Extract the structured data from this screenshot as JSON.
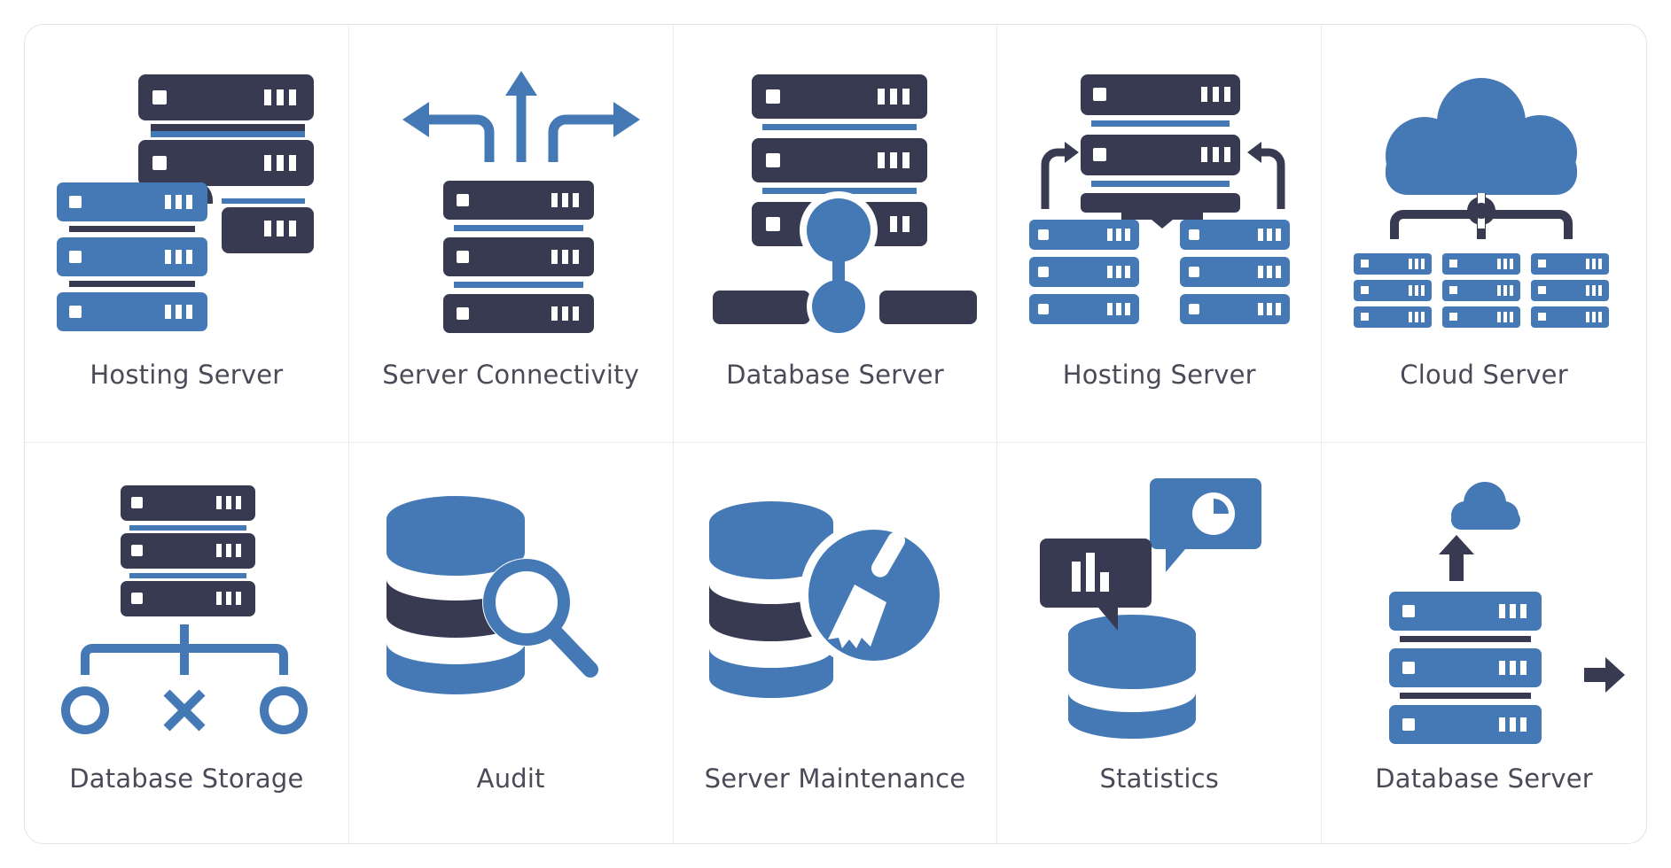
{
  "colors": {
    "dark": "#383a52",
    "blue": "#4479b6",
    "text": "#4a4a58",
    "border": "#e3e3e3"
  },
  "icons": [
    {
      "label": "Hosting Server",
      "icon": "hosting-server-icon"
    },
    {
      "label": "Server Connectivity",
      "icon": "server-connectivity-icon"
    },
    {
      "label": "Database Server",
      "icon": "database-server-icon"
    },
    {
      "label": "Hosting Server",
      "icon": "hosting-server-network-icon"
    },
    {
      "label": "Cloud Server",
      "icon": "cloud-server-icon"
    },
    {
      "label": "Database Storage",
      "icon": "database-storage-icon"
    },
    {
      "label": "Audit",
      "icon": "audit-icon"
    },
    {
      "label": "Server Maintenance",
      "icon": "server-maintenance-icon"
    },
    {
      "label": "Statistics",
      "icon": "statistics-icon"
    },
    {
      "label": "Database Server",
      "icon": "database-server-upload-icon"
    }
  ]
}
